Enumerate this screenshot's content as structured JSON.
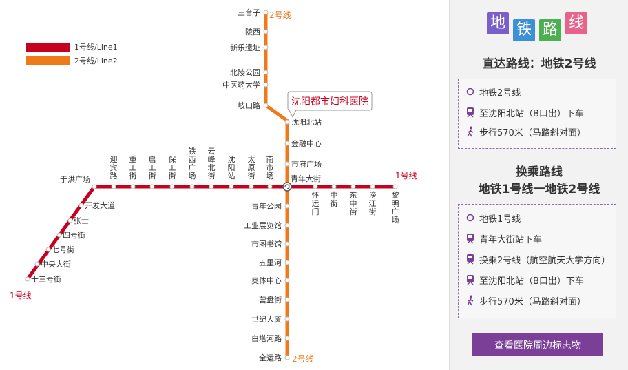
{
  "legend": [
    {
      "label": "1号线/Line1",
      "color": "#c8001f"
    },
    {
      "label": "2号线/Line2",
      "color": "#f07a1a"
    }
  ],
  "line1": {
    "color": "#c8001f",
    "label": "1号线",
    "stations_h": [
      "于洪广场",
      "迎宾路",
      "重工街",
      "启工街",
      "保工街",
      "铁西广场",
      "云峰北街",
      "沈阳站",
      "太原街",
      "南市场",
      "青年大街",
      "怀远门",
      "中街",
      "东中街",
      "滂江街",
      "黎明广场"
    ],
    "stations_diag": [
      "开发大道",
      "张士",
      "四号街",
      "七号街",
      "中央大街",
      "十三号街"
    ]
  },
  "line2": {
    "color": "#f07a1a",
    "label": "2号线",
    "stations": [
      "三台子",
      "陵西",
      "新乐遗址",
      "北陵公园",
      "中医药大学",
      "岐山路",
      "沈阳北站",
      "金融中心",
      "市府广场",
      "青年大街",
      "青年公园",
      "工业展览馆",
      "市图书馆",
      "五里河",
      "奥体中心",
      "营盘街",
      "世纪大厦",
      "白塔河路",
      "全运路"
    ]
  },
  "hospital_callout": "沈阳都市妇科医院",
  "panel": {
    "tiles": [
      {
        "char": "地",
        "color": "#7b5fc9"
      },
      {
        "char": "铁",
        "color": "#3d8fd8"
      },
      {
        "char": "路",
        "color": "#4caf50"
      },
      {
        "char": "线",
        "color": "#e8638a"
      }
    ],
    "direct_title": "直达路线：地铁2号线",
    "direct_steps": [
      {
        "icon": "circle-icon",
        "text": "地铁2号线"
      },
      {
        "icon": "train-icon",
        "text": "至沈阳北站（B口出）下车"
      },
      {
        "icon": "walk-icon",
        "text": "步行570米（马路斜对面）"
      }
    ],
    "transfer_title_1": "换乘路线",
    "transfer_title_2": "地铁1号线一地铁2号线",
    "transfer_steps": [
      {
        "icon": "circle-icon",
        "text": "地铁1号线"
      },
      {
        "icon": "train-icon",
        "text": "青年大街站下车"
      },
      {
        "icon": "train-icon",
        "text": "换乘2号线（航空航天大学方向）"
      },
      {
        "icon": "train-icon",
        "text": "至沈阳北站（B口出）下车"
      },
      {
        "icon": "walk-icon",
        "text": "步行570米（马路斜对面）"
      }
    ],
    "button_label": "查看医院周边标志物",
    "accent": "#7b3f98"
  }
}
